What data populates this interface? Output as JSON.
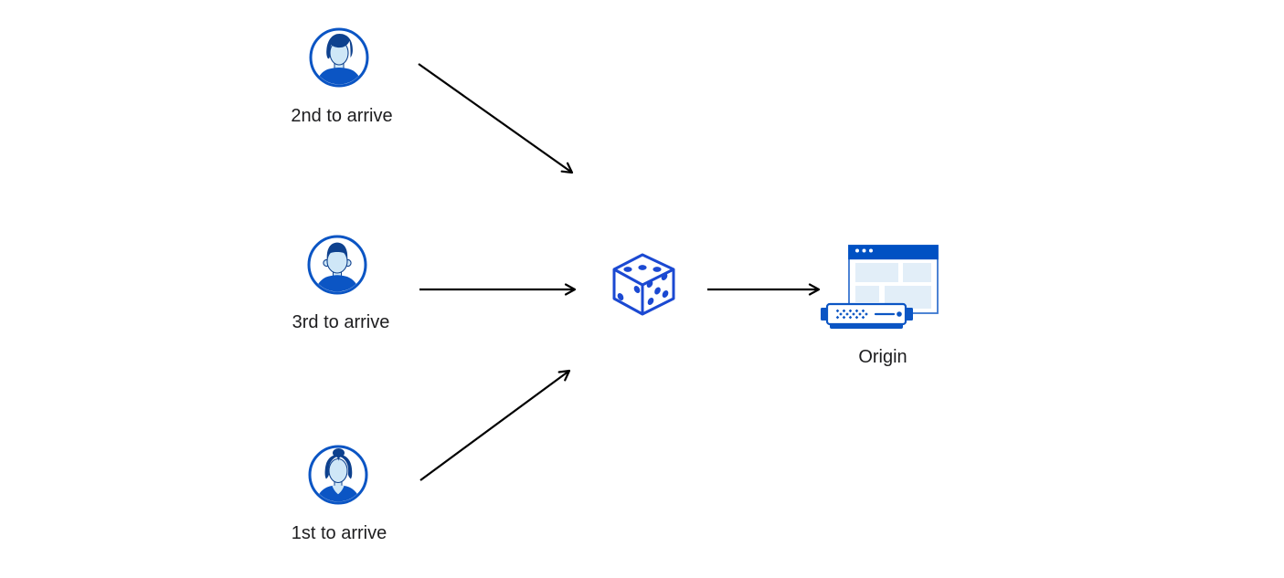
{
  "diagram": {
    "type": "flow",
    "nodes": {
      "client_top": {
        "label": "2nd to arrive",
        "icon": "user-male-avatar"
      },
      "client_middle": {
        "label": "3rd to arrive",
        "icon": "user-male-avatar"
      },
      "client_bottom": {
        "label": "1st to arrive",
        "icon": "user-female-avatar"
      },
      "randomizer": {
        "icon": "dice"
      },
      "origin": {
        "label": "Origin",
        "icon": "origin-server"
      }
    },
    "edges": [
      {
        "from": "client_top",
        "to": "randomizer"
      },
      {
        "from": "client_middle",
        "to": "randomizer"
      },
      {
        "from": "client_bottom",
        "to": "randomizer"
      },
      {
        "from": "randomizer",
        "to": "origin"
      }
    ],
    "palette": {
      "primary_blue": "#0b55c4",
      "navy": "#0e418e",
      "skin_light_blue": "#cfe7f7",
      "dice_blue": "#1b49d2",
      "window_block_blue": "#e2eef8",
      "titlebar_blue": "#0051c3",
      "arrow_black": "#000000",
      "label_text": "#1d1d1f"
    }
  }
}
